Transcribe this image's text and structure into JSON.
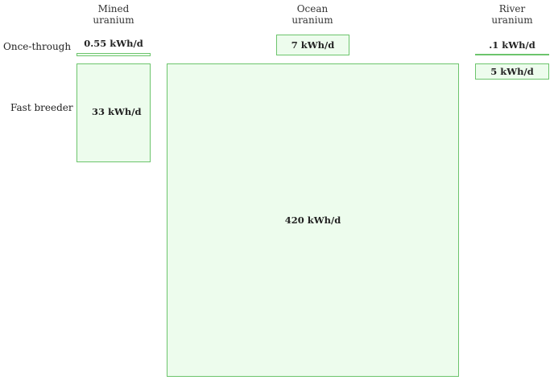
{
  "columns": {
    "mined": {
      "line1": "Mined",
      "line2": "uranium"
    },
    "ocean": {
      "line1": "Ocean",
      "line2": "uranium"
    },
    "river": {
      "line1": "River",
      "line2": "uranium"
    }
  },
  "rows": {
    "once_through": "Once-through",
    "fast_breeder": "Fast breeder"
  },
  "values": {
    "mined_once_through": "0.55 kWh/d",
    "mined_fast_breeder": "33 kWh/d",
    "ocean_once_through": "7 kWh/d",
    "ocean_fast_breeder": "420 kWh/d",
    "river_once_through": ".1 kWh/d",
    "river_fast_breeder": "5 kWh/d"
  },
  "colors": {
    "box_fill": "#edfced",
    "box_border": "#6cc46c"
  }
}
